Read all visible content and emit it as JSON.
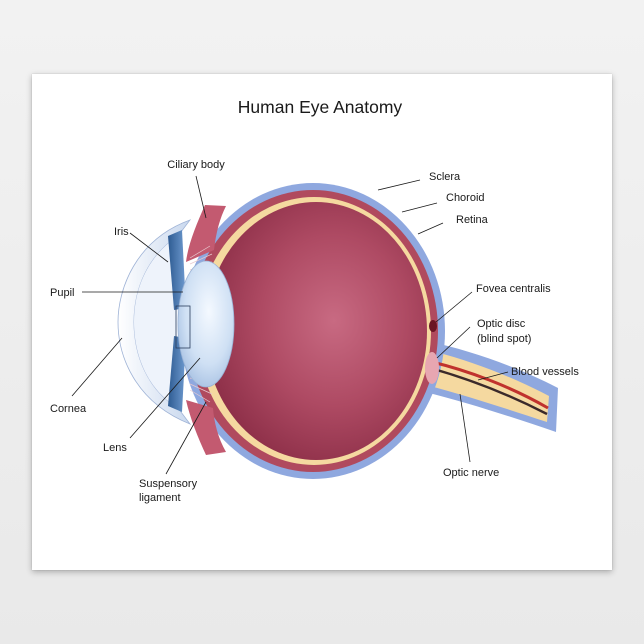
{
  "title": "Human Eye Anatomy",
  "labels": {
    "ciliary_body": "Ciliary body",
    "sclera": "Sclera",
    "choroid": "Choroid",
    "retina": "Retina",
    "iris": "Iris",
    "fovea_centralis": "Fovea centralis",
    "pupil": "Pupil",
    "optic_disc_line1": "Optic disc",
    "optic_disc_line2": "(blind spot)",
    "blood_vessels": "Blood vessels",
    "cornea": "Cornea",
    "lens": "Lens",
    "optic_nerve": "Optic nerve",
    "suspensory_line1": "Suspensory",
    "suspensory_line2": "ligament"
  },
  "colors": {
    "sclera": "#8fa8df",
    "choroid": "#b04a5e",
    "retina": "#f5d9a0",
    "vitreous": "#a33f57",
    "iris": "#3d6ea8",
    "lens": "#d6e6f7",
    "cornea": "#e4ecf7",
    "blood_vessel": "#c0322d"
  }
}
